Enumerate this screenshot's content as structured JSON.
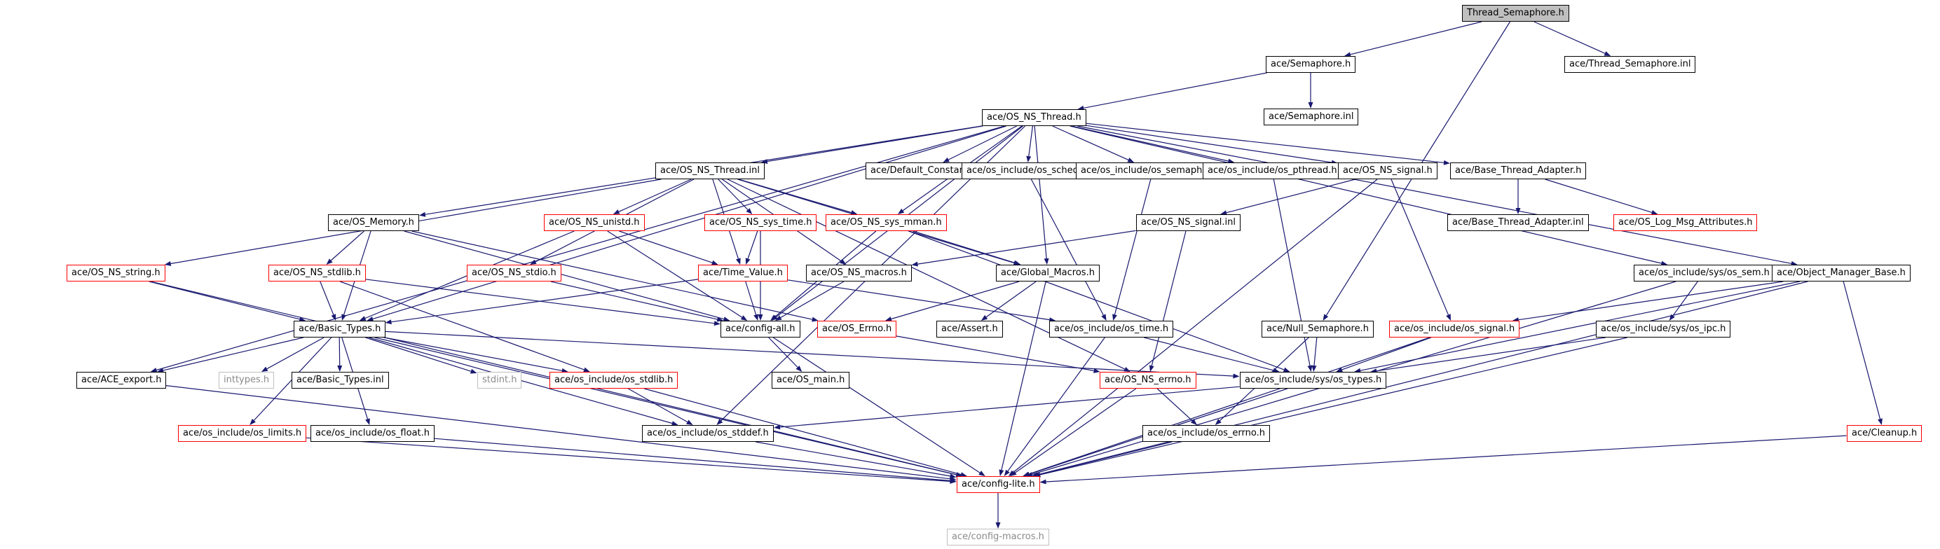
{
  "graph": {
    "colors": {
      "edge": "#191970",
      "node_border": "#000000",
      "missing_border": "#ff0000",
      "external_border": "#bfbfbf",
      "root_fill": "#bfbfbf"
    },
    "nodes": [
      {
        "id": "thread_semaphore_h",
        "label": "Thread_Semaphore.h",
        "style": "root"
      },
      {
        "id": "semaphore_h",
        "label": "ace/Semaphore.h",
        "style": "normal"
      },
      {
        "id": "thread_semaphore_inl",
        "label": "ace/Thread_Semaphore.inl",
        "style": "normal"
      },
      {
        "id": "semaphore_inl",
        "label": "ace/Semaphore.inl",
        "style": "normal"
      },
      {
        "id": "os_ns_thread_h",
        "label": "ace/OS_NS_Thread.h",
        "style": "normal"
      },
      {
        "id": "os_ns_thread_inl",
        "label": "ace/OS_NS_Thread.inl",
        "style": "normal"
      },
      {
        "id": "default_constants_h",
        "label": "ace/Default_Constants.h",
        "style": "normal"
      },
      {
        "id": "os_sched_h",
        "label": "ace/os_include/os_sched.h",
        "style": "normal"
      },
      {
        "id": "os_semaphore_h",
        "label": "ace/os_include/os_semaphore.h",
        "style": "normal"
      },
      {
        "id": "os_pthread_h",
        "label": "ace/os_include/os_pthread.h",
        "style": "normal"
      },
      {
        "id": "os_ns_signal_h",
        "label": "ace/OS_NS_signal.h",
        "style": "normal"
      },
      {
        "id": "base_thread_adapter_h",
        "label": "ace/Base_Thread_Adapter.h",
        "style": "normal"
      },
      {
        "id": "os_memory_h",
        "label": "ace/OS_Memory.h",
        "style": "normal"
      },
      {
        "id": "os_ns_unistd_h",
        "label": "ace/OS_NS_unistd.h",
        "style": "red"
      },
      {
        "id": "os_ns_sys_time_h",
        "label": "ace/OS_NS_sys_time.h",
        "style": "red"
      },
      {
        "id": "os_ns_sys_mman_h",
        "label": "ace/OS_NS_sys_mman.h",
        "style": "red"
      },
      {
        "id": "os_ns_signal_inl",
        "label": "ace/OS_NS_signal.inl",
        "style": "normal"
      },
      {
        "id": "base_thread_adapter_inl",
        "label": "ace/Base_Thread_Adapter.inl",
        "style": "normal"
      },
      {
        "id": "os_log_msg_attributes_h",
        "label": "ace/OS_Log_Msg_Attributes.h",
        "style": "red"
      },
      {
        "id": "os_ns_string_h",
        "label": "ace/OS_NS_string.h",
        "style": "red"
      },
      {
        "id": "os_ns_stdlib_h",
        "label": "ace/OS_NS_stdlib.h",
        "style": "red"
      },
      {
        "id": "os_ns_stdio_h",
        "label": "ace/OS_NS_stdio.h",
        "style": "red"
      },
      {
        "id": "time_value_h",
        "label": "ace/Time_Value.h",
        "style": "red"
      },
      {
        "id": "os_ns_macros_h",
        "label": "ace/OS_NS_macros.h",
        "style": "normal"
      },
      {
        "id": "global_macros_h",
        "label": "ace/Global_Macros.h",
        "style": "normal"
      },
      {
        "id": "os_sem_h",
        "label": "ace/os_include/sys/os_sem.h",
        "style": "normal"
      },
      {
        "id": "object_manager_base_h",
        "label": "ace/Object_Manager_Base.h",
        "style": "normal"
      },
      {
        "id": "basic_types_h",
        "label": "ace/Basic_Types.h",
        "style": "normal"
      },
      {
        "id": "config_all_h",
        "label": "ace/config-all.h",
        "style": "normal"
      },
      {
        "id": "os_errno_h_red",
        "label": "ace/OS_Errno.h",
        "style": "red"
      },
      {
        "id": "assert_h",
        "label": "ace/Assert.h",
        "style": "normal"
      },
      {
        "id": "os_time_h",
        "label": "ace/os_include/os_time.h",
        "style": "normal"
      },
      {
        "id": "null_semaphore_h",
        "label": "ace/Null_Semaphore.h",
        "style": "normal"
      },
      {
        "id": "os_signal_h",
        "label": "ace/os_include/os_signal.h",
        "style": "red"
      },
      {
        "id": "os_ipc_h",
        "label": "ace/os_include/sys/os_ipc.h",
        "style": "normal"
      },
      {
        "id": "ace_export_h",
        "label": "ace/ACE_export.h",
        "style": "normal"
      },
      {
        "id": "inttypes_h",
        "label": "inttypes.h",
        "style": "grey"
      },
      {
        "id": "basic_types_inl",
        "label": "ace/Basic_Types.inl",
        "style": "normal"
      },
      {
        "id": "stdint_h",
        "label": "stdint.h",
        "style": "grey"
      },
      {
        "id": "os_stdlib_h",
        "label": "ace/os_include/os_stdlib.h",
        "style": "red"
      },
      {
        "id": "os_main_h",
        "label": "ace/OS_main.h",
        "style": "normal"
      },
      {
        "id": "os_ns_errno_h",
        "label": "ace/OS_NS_errno.h",
        "style": "red"
      },
      {
        "id": "os_types_h",
        "label": "ace/os_include/sys/os_types.h",
        "style": "normal"
      },
      {
        "id": "os_limits_h",
        "label": "ace/os_include/os_limits.h",
        "style": "red"
      },
      {
        "id": "os_float_h",
        "label": "ace/os_include/os_float.h",
        "style": "normal"
      },
      {
        "id": "os_stddef_h",
        "label": "ace/os_include/os_stddef.h",
        "style": "normal"
      },
      {
        "id": "os_errno_h",
        "label": "ace/os_include/os_errno.h",
        "style": "normal"
      },
      {
        "id": "cleanup_h",
        "label": "ace/Cleanup.h",
        "style": "red"
      },
      {
        "id": "config_lite_h",
        "label": "ace/config-lite.h",
        "style": "red"
      },
      {
        "id": "config_macros_h",
        "label": "ace/config-macros.h",
        "style": "grey"
      }
    ],
    "edges": [
      [
        "thread_semaphore_h",
        "semaphore_h"
      ],
      [
        "thread_semaphore_h",
        "thread_semaphore_inl"
      ],
      [
        "thread_semaphore_h",
        "null_semaphore_h"
      ],
      [
        "semaphore_h",
        "os_ns_thread_h"
      ],
      [
        "semaphore_h",
        "semaphore_inl"
      ],
      [
        "os_ns_thread_h",
        "os_ns_thread_inl"
      ],
      [
        "os_ns_thread_h",
        "default_constants_h"
      ],
      [
        "os_ns_thread_h",
        "os_sched_h"
      ],
      [
        "os_ns_thread_h",
        "os_semaphore_h"
      ],
      [
        "os_ns_thread_h",
        "os_pthread_h"
      ],
      [
        "os_ns_thread_h",
        "os_ns_signal_h"
      ],
      [
        "os_ns_thread_h",
        "base_thread_adapter_h"
      ],
      [
        "os_ns_thread_h",
        "os_memory_h"
      ],
      [
        "os_ns_thread_h",
        "basic_types_h"
      ],
      [
        "os_ns_thread_h",
        "ace_export_h"
      ],
      [
        "os_ns_thread_h",
        "os_sem_h"
      ],
      [
        "os_ns_thread_h",
        "object_manager_base_h"
      ],
      [
        "os_ns_thread_h",
        "config_all_h"
      ],
      [
        "os_ns_thread_h",
        "global_macros_h"
      ],
      [
        "os_ns_thread_h",
        "os_ns_sys_mman_h"
      ],
      [
        "os_ns_thread_h",
        "os_stddef_h"
      ],
      [
        "os_ns_thread_inl",
        "os_ns_string_h"
      ],
      [
        "os_ns_thread_inl",
        "os_ns_unistd_h"
      ],
      [
        "os_ns_thread_inl",
        "os_ns_sys_time_h"
      ],
      [
        "os_ns_thread_inl",
        "os_ns_sys_mman_h"
      ],
      [
        "os_ns_thread_inl",
        "os_ns_stdio_h"
      ],
      [
        "os_ns_thread_inl",
        "time_value_h"
      ],
      [
        "os_ns_thread_inl",
        "os_ns_macros_h"
      ],
      [
        "os_ns_thread_inl",
        "global_macros_h"
      ],
      [
        "os_ns_thread_inl",
        "os_ns_errno_h"
      ],
      [
        "os_memory_h",
        "os_ns_stdlib_h"
      ],
      [
        "os_memory_h",
        "basic_types_h"
      ],
      [
        "os_memory_h",
        "config_all_h"
      ],
      [
        "os_memory_h",
        "os_errno_h_red"
      ],
      [
        "os_ns_unistd_h",
        "time_value_h"
      ],
      [
        "os_ns_unistd_h",
        "basic_types_h"
      ],
      [
        "os_ns_unistd_h",
        "config_all_h"
      ],
      [
        "os_ns_sys_time_h",
        "time_value_h"
      ],
      [
        "os_ns_sys_time_h",
        "config_all_h"
      ],
      [
        "os_ns_sys_mman_h",
        "global_macros_h"
      ],
      [
        "os_ns_sys_mman_h",
        "config_all_h"
      ],
      [
        "os_ns_sys_mman_h",
        "os_types_h"
      ],
      [
        "os_ns_signal_h",
        "os_ns_signal_inl"
      ],
      [
        "os_ns_signal_h",
        "os_signal_h"
      ],
      [
        "os_ns_signal_h",
        "config_lite_h"
      ],
      [
        "os_ns_signal_inl",
        "os_ns_macros_h"
      ],
      [
        "os_ns_signal_inl",
        "os_ns_errno_h"
      ],
      [
        "base_thread_adapter_h",
        "base_thread_adapter_inl"
      ],
      [
        "base_thread_adapter_h",
        "os_log_msg_attributes_h"
      ],
      [
        "os_ns_string_h",
        "basic_types_h"
      ],
      [
        "os_ns_string_h",
        "config_lite_h"
      ],
      [
        "os_ns_stdlib_h",
        "basic_types_h"
      ],
      [
        "os_ns_stdlib_h",
        "config_all_h"
      ],
      [
        "os_ns_stdlib_h",
        "os_stdlib_h"
      ],
      [
        "os_ns_stdio_h",
        "config_all_h"
      ],
      [
        "time_value_h",
        "basic_types_h"
      ],
      [
        "time_value_h",
        "config_all_h"
      ],
      [
        "time_value_h",
        "os_time_h"
      ],
      [
        "os_ns_macros_h",
        "config_all_h"
      ],
      [
        "global_macros_h",
        "config_lite_h"
      ],
      [
        "global_macros_h",
        "assert_h"
      ],
      [
        "global_macros_h",
        "os_errno_h_red"
      ],
      [
        "os_sched_h",
        "os_time_h"
      ],
      [
        "os_semaphore_h",
        "os_time_h"
      ],
      [
        "os_pthread_h",
        "os_types_h"
      ],
      [
        "os_sem_h",
        "os_ipc_h"
      ],
      [
        "os_sem_h",
        "config_lite_h"
      ],
      [
        "object_manager_base_h",
        "os_signal_h"
      ],
      [
        "object_manager_base_h",
        "cleanup_h"
      ],
      [
        "object_manager_base_h",
        "config_lite_h"
      ],
      [
        "object_manager_base_h",
        "os_types_h"
      ],
      [
        "basic_types_h",
        "ace_export_h"
      ],
      [
        "basic_types_h",
        "inttypes_h"
      ],
      [
        "basic_types_h",
        "basic_types_inl"
      ],
      [
        "basic_types_h",
        "stdint_h"
      ],
      [
        "basic_types_h",
        "os_stdlib_h"
      ],
      [
        "basic_types_h",
        "os_limits_h"
      ],
      [
        "basic_types_h",
        "os_float_h"
      ],
      [
        "basic_types_h",
        "os_stddef_h"
      ],
      [
        "basic_types_h",
        "config_lite_h"
      ],
      [
        "basic_types_h",
        "os_types_h"
      ],
      [
        "config_all_h",
        "os_main_h"
      ],
      [
        "config_all_h",
        "config_lite_h"
      ],
      [
        "os_errno_h_red",
        "os_ns_errno_h"
      ],
      [
        "os_time_h",
        "os_types_h"
      ],
      [
        "os_time_h",
        "config_lite_h"
      ],
      [
        "null_semaphore_h",
        "os_types_h"
      ],
      [
        "null_semaphore_h",
        "os_errno_h"
      ],
      [
        "os_signal_h",
        "os_types_h"
      ],
      [
        "os_signal_h",
        "config_lite_h"
      ],
      [
        "os_ipc_h",
        "os_types_h"
      ],
      [
        "os_ipc_h",
        "config_lite_h"
      ],
      [
        "ace_export_h",
        "config_lite_h"
      ],
      [
        "os_stdlib_h",
        "os_stddef_h"
      ],
      [
        "os_stdlib_h",
        "config_lite_h"
      ],
      [
        "os_ns_errno_h",
        "os_errno_h"
      ],
      [
        "os_ns_errno_h",
        "config_lite_h"
      ],
      [
        "os_types_h",
        "os_stddef_h"
      ],
      [
        "os_types_h",
        "config_lite_h"
      ],
      [
        "os_limits_h",
        "config_lite_h"
      ],
      [
        "os_float_h",
        "config_lite_h"
      ],
      [
        "os_stddef_h",
        "config_lite_h"
      ],
      [
        "os_errno_h",
        "config_lite_h"
      ],
      [
        "cleanup_h",
        "config_lite_h"
      ],
      [
        "config_lite_h",
        "config_macros_h"
      ]
    ]
  }
}
